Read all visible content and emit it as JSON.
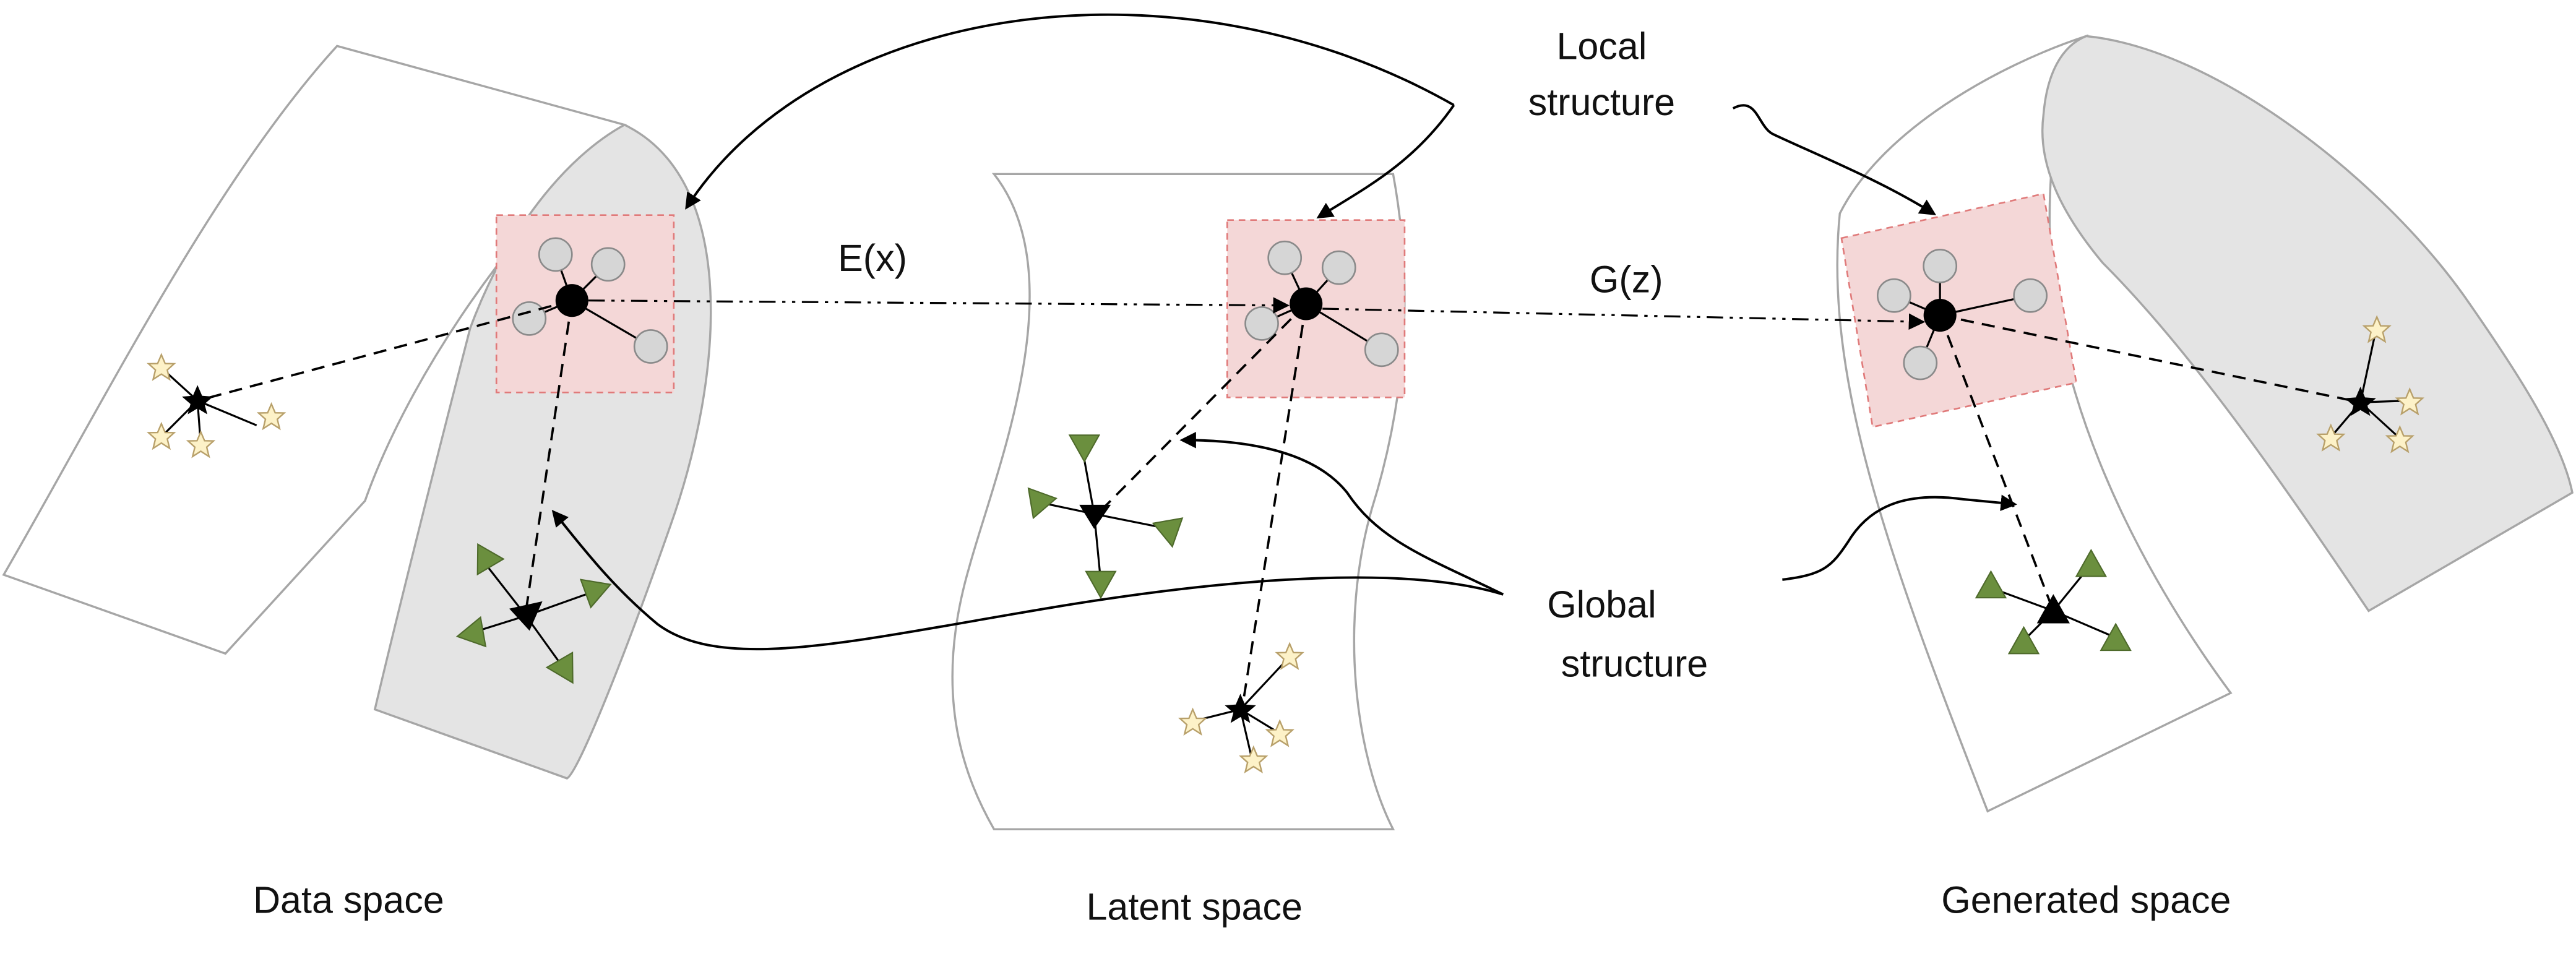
{
  "annotations": {
    "local_line1": "Local",
    "local_line2": "structure",
    "global_line1": "Global",
    "global_line2": "structure",
    "encoder": "E(x)",
    "generator": "G(z)"
  },
  "captions": {
    "data": "Data space",
    "latent": "Latent space",
    "generated": "Generated space"
  },
  "colors": {
    "outline": "#a6a6a6",
    "manifold_fill": "#e4e4e4",
    "local_box_fill": "#f4d7d7",
    "local_box_stroke": "#e07a7a",
    "neighbor_circle": "#d6d6d6",
    "triangle": "#6b8f3e",
    "star": "#fdf2c8",
    "star_stroke": "#b8a06a",
    "ink": "#000000"
  },
  "icons": [
    "neighbor-circle-icon",
    "triangle-icon",
    "star-icon",
    "anchor-node-icon"
  ]
}
